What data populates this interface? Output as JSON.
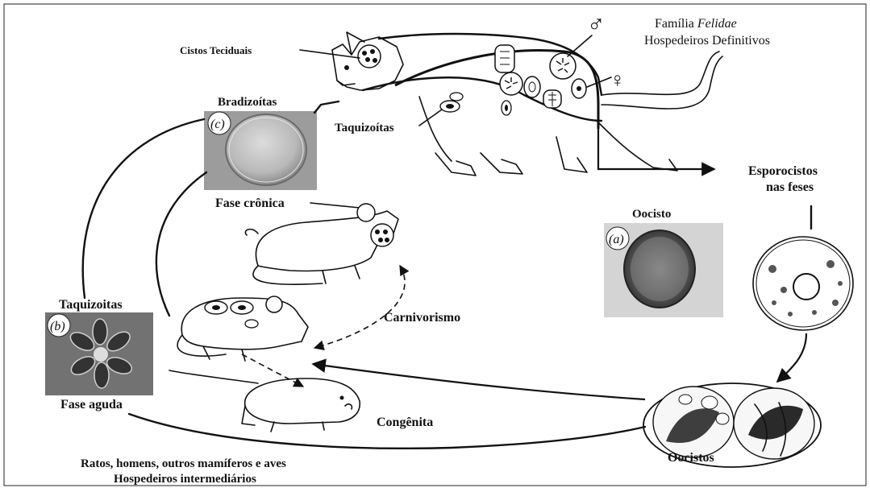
{
  "labels": {
    "tissue_cysts": "Cistos Teciduais",
    "family_prefix": "Família ",
    "family_name": "Felidae",
    "definitive_hosts": "Hospedeiros Definitivos",
    "male_symbol": "♂",
    "female_symbol": "♀",
    "bradyzoites": "Bradizoítas",
    "tachyzoites_cat": "Taquizoítas",
    "chronic_phase": "Fase crônica",
    "oocyst_single": "Oocisto",
    "sporocysts_line1": "Esporocistos",
    "sporocysts_line2": "nas feses",
    "tachyzoites_left": "Taquizoitas",
    "carnivorism": "Carnivorismo",
    "acute_phase": "Fase aguda",
    "congenital": "Congênita",
    "oocysts": "Oocistos",
    "intermediate_line1": "Ratos, homens, outros mamíferos e aves",
    "intermediate_line2": "Hospedeiros intermediários"
  },
  "panels": {
    "a": "(a)",
    "b": "(b)",
    "c": "(c)"
  }
}
